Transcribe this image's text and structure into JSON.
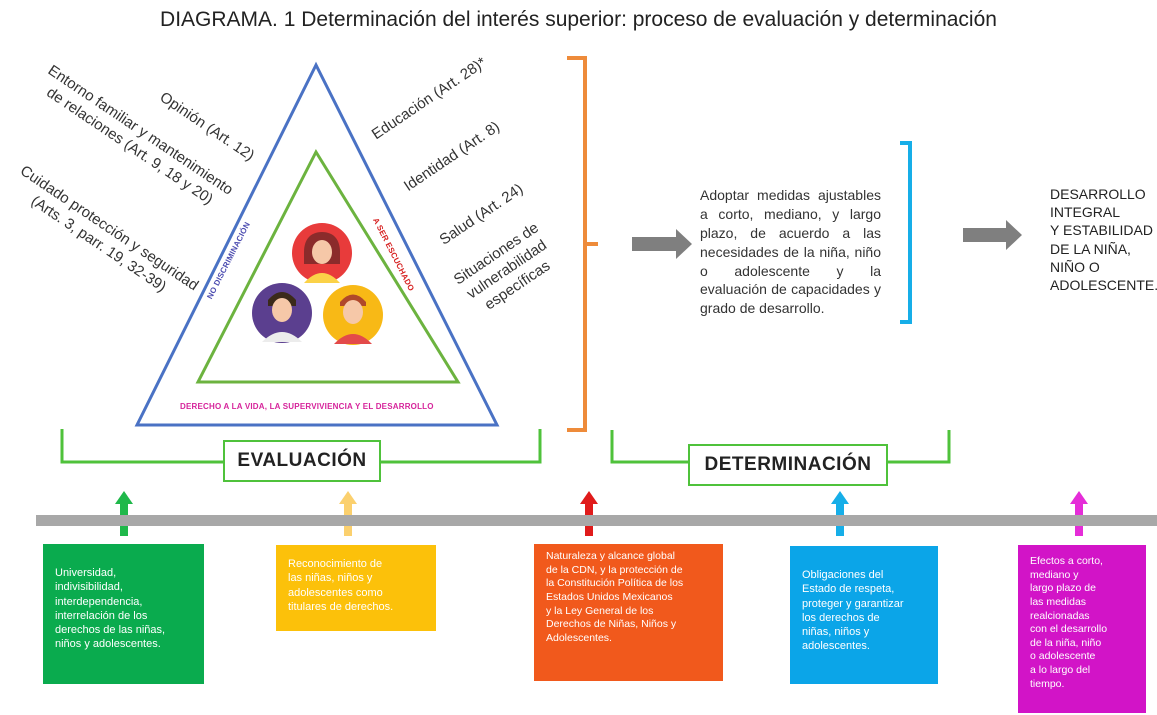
{
  "title": "DIAGRAMA. 1 Determinación del interés superior: proceso de evaluación y determinación",
  "triangle": {
    "left_labels": {
      "opinion": "Opinión (Art. 12)",
      "entorno": "Entorno familiar y mantenimiento\nde relaciones (Art. 9, 18 y 20)",
      "cuidado": "Cuidado protección y seguridad\n(Arts. 3, parr. 19, 32-39)"
    },
    "right_labels": {
      "educacion": "Educación (Art. 28)*",
      "identidad": "Identidad (Art. 8)",
      "salud": "Salud (Art. 24)",
      "situaciones": "Situaciones de\nvulnerabilidad\nespecíficas"
    },
    "inner_left": "NO DISCRIMINACIÓN",
    "inner_right": "A SER ESCUCHADO",
    "base": "DERECHO A LA VIDA, LA SUPERVIVIENCIA Y EL DESARROLLO",
    "colors": {
      "outer": "#4a72c4",
      "inner": "#6cb33f",
      "inner_left_text": "#4b4bb0",
      "inner_right_text": "#d62020",
      "base_text": "#d6249b"
    }
  },
  "measures_text": "Adoptar medidas ajustables a corto, mediano, y largo plazo, de acuerdo a las necesidades de la niña, niño o adolescente y la evaluación de capacidades y grado de desarrollo.",
  "result_text": "DESARROLLO\nINTEGRAL\nY ESTABILIDAD\nDE LA NIÑA,\nNIÑO O\nADOLESCENTE.",
  "phases": {
    "evaluacion": "EVALUACIÓN",
    "determinacion": "DETERMINACIÓN"
  },
  "cards": [
    {
      "color": "#0aab4e",
      "text": [
        "Universidad,",
        "indivisibilidad,",
        "interdependencia,",
        "interrelación de los",
        "derechos de las niñas,",
        "niños y adolescentes."
      ]
    },
    {
      "color": "#fcc10a",
      "text": [
        "Reconocimiento de",
        "las niñas, niños y",
        "adolescentes como",
        "titulares de derechos."
      ]
    },
    {
      "color": "#f1591c",
      "text": [
        "Naturaleza y alcance global",
        "de la CDN, y la protección de",
        "la Constitución Política de los",
        "Estados Unidos Mexicanos",
        "y la Ley General de los",
        "Derechos de Niñas, Niños y",
        "Adolescentes."
      ]
    },
    {
      "color": "#0ba5e8",
      "text": [
        "Obligaciones del",
        "Estado de respeta,",
        "proteger y garantizar",
        "los derechos de",
        "niñas, niños y",
        "adolescentes."
      ]
    },
    {
      "color": "#d214c7",
      "text": [
        "Efectos a corto,",
        "mediano y",
        "largo plazo de",
        "las medidas",
        "realcionadas",
        "con el desarrollo",
        "de la niña, niño",
        "o adolescente",
        "a lo largo del",
        "tiempo."
      ]
    }
  ],
  "colors": {
    "bracket_orange": "#ee8b3a",
    "bracket_blue": "#16aee8",
    "bracket_green": "#4fc23b",
    "arrow_gray": "#7f7f7f",
    "timeline": "#a8a8a8"
  }
}
